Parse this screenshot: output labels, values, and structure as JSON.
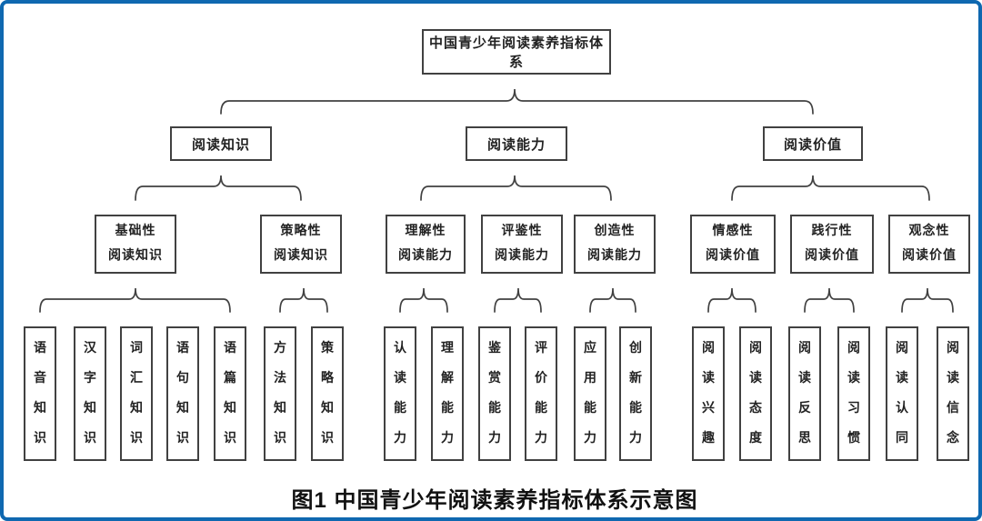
{
  "tree": {
    "root": "中国青少年阅读素养指标体系",
    "branches": [
      {
        "label": "阅读知识",
        "groups": [
          {
            "line1": "基础性",
            "line2": "阅读知识",
            "children": [
              "语音知识",
              "汉字知识",
              "词汇知识",
              "语句知识",
              "语篇知识"
            ]
          },
          {
            "line1": "策略性",
            "line2": "阅读知识",
            "children": [
              "方法知识",
              "策略知识"
            ]
          }
        ]
      },
      {
        "label": "阅读能力",
        "groups": [
          {
            "line1": "理解性",
            "line2": "阅读能力",
            "children": [
              "认读能力",
              "理解能力"
            ]
          },
          {
            "line1": "评鉴性",
            "line2": "阅读能力",
            "children": [
              "鉴赏能力",
              "评价能力"
            ]
          },
          {
            "line1": "创造性",
            "line2": "阅读能力",
            "children": [
              "应用能力",
              "创新能力"
            ]
          }
        ]
      },
      {
        "label": "阅读价值",
        "groups": [
          {
            "line1": "情感性",
            "line2": "阅读价值",
            "children": [
              "阅读兴趣",
              "阅读态度"
            ]
          },
          {
            "line1": "践行性",
            "line2": "阅读价值",
            "children": [
              "阅读反思",
              "阅读习惯"
            ]
          },
          {
            "line1": "观念性",
            "line2": "阅读价值",
            "children": [
              "阅读认同",
              "阅读信念"
            ]
          }
        ]
      }
    ]
  },
  "caption": "图1 中国青少年阅读素养指标体系示意图",
  "colors": {
    "frame_border": "#0f68b0",
    "box_border": "#414141",
    "text": "#222222"
  }
}
